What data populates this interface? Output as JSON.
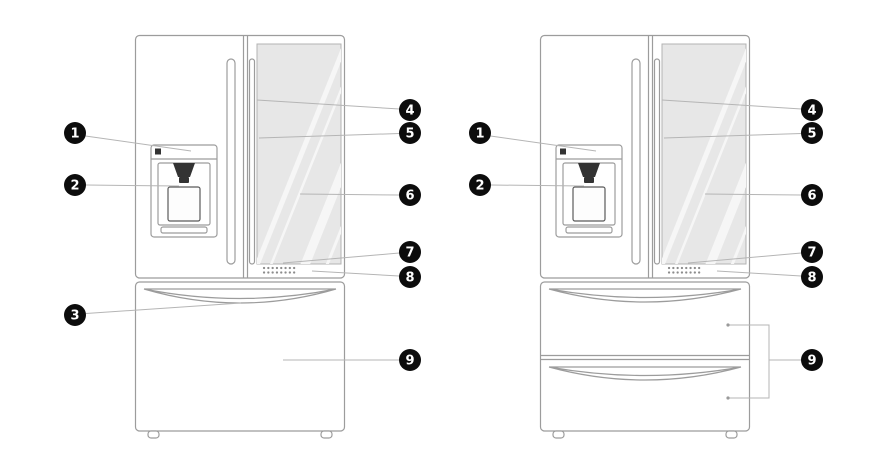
{
  "diagram": {
    "colors": {
      "outline": "#9c9c9c",
      "glass_fill": "#e7e7e7",
      "glass_streak": "#f6f6f6",
      "leader_line": "#b5b5b5",
      "callout_background": "#0c0c0c",
      "callout_number": "#ffffff",
      "dark_detail": "#333333",
      "background": "#ffffff"
    },
    "left_view": {
      "callouts": {
        "c1": "1",
        "c2": "2",
        "c3": "3",
        "c4": "4",
        "c5": "5",
        "c6": "6",
        "c7": "7",
        "c8": "8",
        "c9": "9"
      }
    },
    "right_view": {
      "callouts": {
        "c1": "1",
        "c2": "2",
        "c4": "4",
        "c5": "5",
        "c6": "6",
        "c7": "7",
        "c8": "8",
        "c9": "9"
      }
    }
  }
}
